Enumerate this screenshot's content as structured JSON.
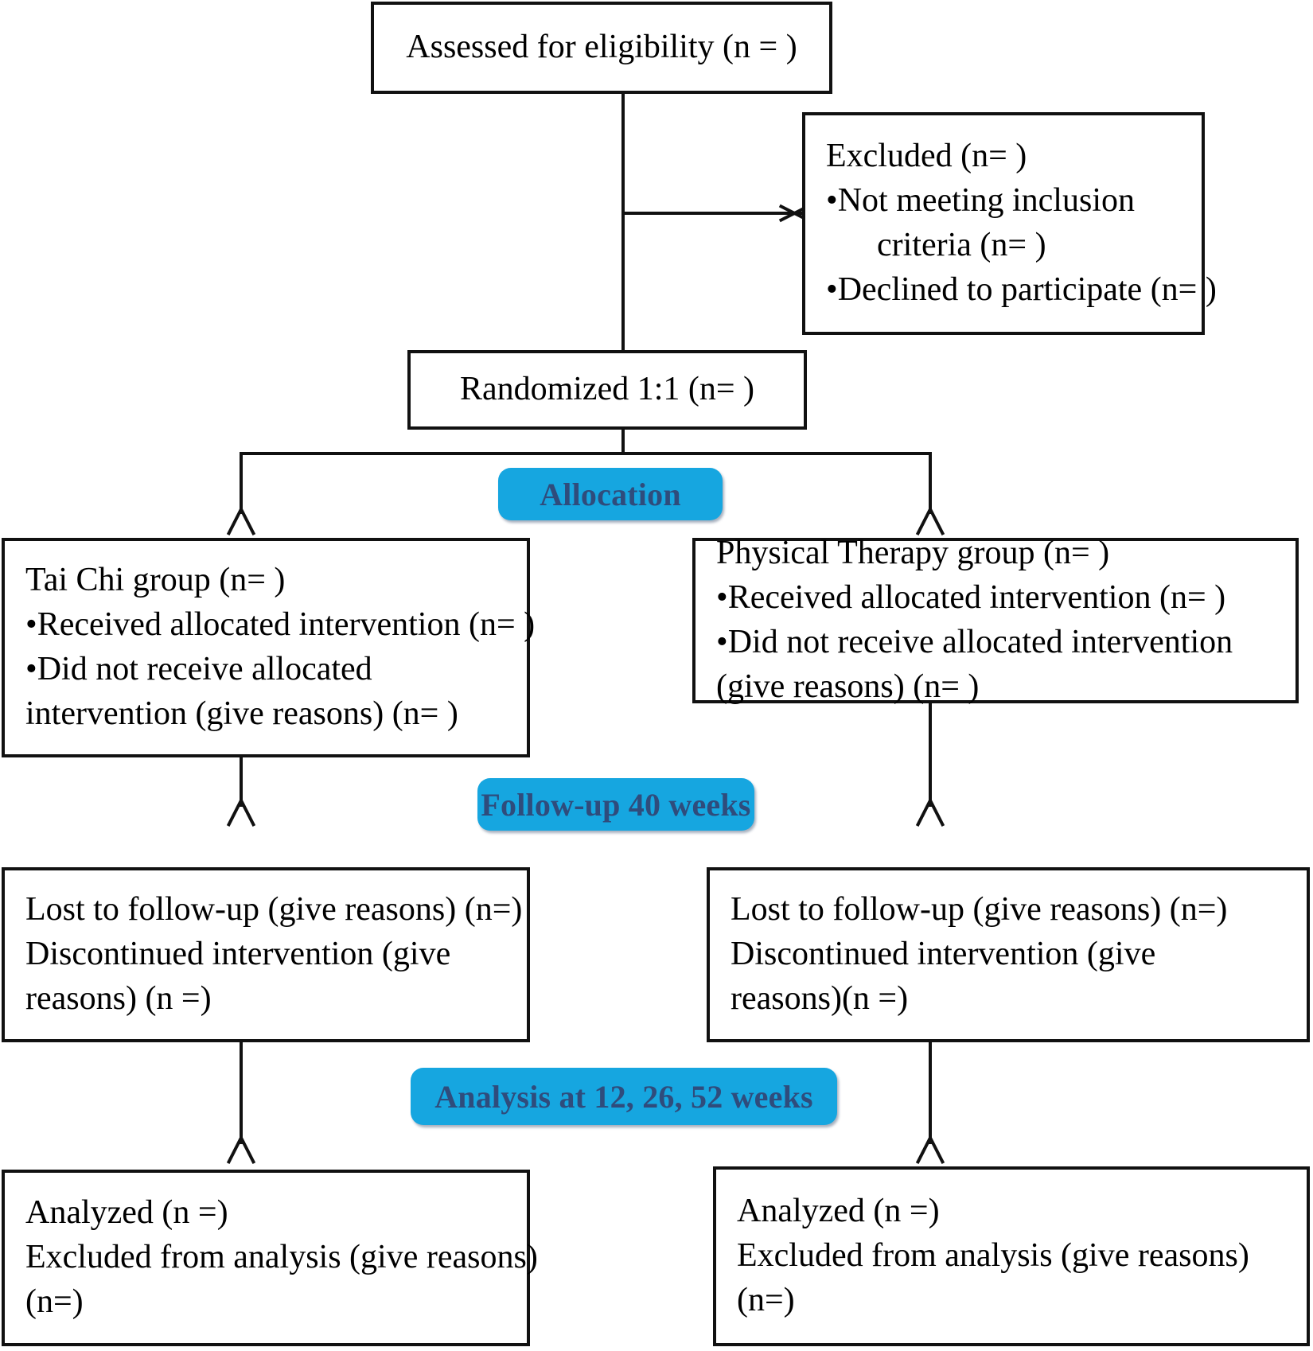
{
  "figure": {
    "type": "consort-flow-diagram",
    "accent_color": "#16a6e0",
    "banner_text_color": "#2f4c7c",
    "box_border_color": "#111111"
  },
  "boxes": {
    "eligibility": {
      "lines": [
        "Assessed for eligibility (n =    )"
      ]
    },
    "excluded": {
      "lines": [
        "Excluded (n=    )",
        "•Not meeting inclusion",
        "criteria (n=    )",
        "•Declined to participate (n= )"
      ]
    },
    "randomized": {
      "lines": [
        "Randomized 1:1 (n=    )"
      ]
    },
    "taichi_allocation": {
      "lines": [
        "Tai Chi group (n=    )",
        "•Received allocated intervention (n= )",
        "•Did not receive allocated",
        "intervention (give reasons) (n= )"
      ]
    },
    "pt_allocation": {
      "lines": [
        "Physical Therapy group (n=    )",
        "•Received allocated intervention (n= )",
        "•Did not receive allocated intervention",
        "(give reasons) (n= )"
      ]
    },
    "taichi_followup": {
      "lines": [
        "Lost to follow-up (give reasons) (n=)",
        "Discontinued intervention (give",
        "reasons) (n =)"
      ]
    },
    "pt_followup": {
      "lines": [
        "Lost to follow-up (give reasons) (n=)",
        "Discontinued intervention (give",
        "reasons)(n =)"
      ]
    },
    "taichi_analysis": {
      "lines": [
        "Analyzed (n =)",
        "Excluded from analysis (give reasons)",
        "(n=)"
      ]
    },
    "pt_analysis": {
      "lines": [
        "Analyzed (n =)",
        "Excluded from analysis (give reasons)",
        "(n=)"
      ]
    }
  },
  "banners": {
    "allocation": "Allocation",
    "followup": "Follow-up 40 weeks",
    "analysis": "Analysis at 12, 26, 52 weeks"
  }
}
